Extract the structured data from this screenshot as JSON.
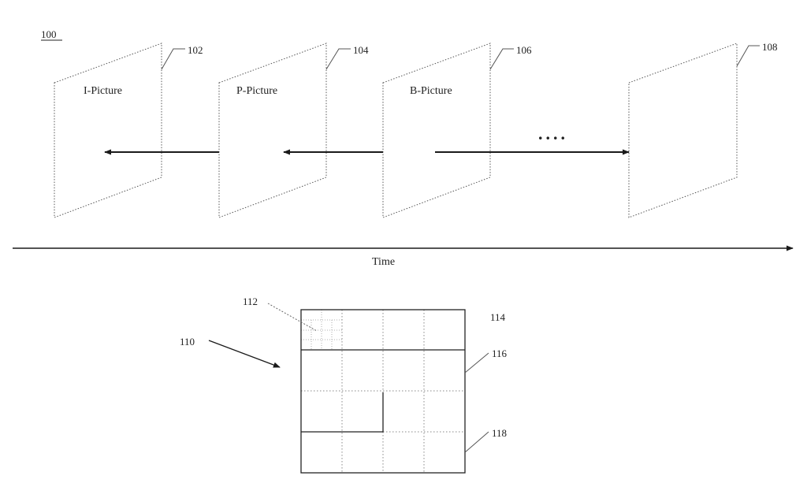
{
  "figure": {
    "ref": "100",
    "frames": [
      {
        "label": "I-Picture",
        "ref": "102"
      },
      {
        "label": "P-Picture",
        "ref": "104"
      },
      {
        "label": "B-Picture",
        "ref": "106"
      },
      {
        "label": "",
        "ref": "108"
      }
    ],
    "ellipsis": "....",
    "time_label": "Time",
    "block": {
      "ref_arrow": "110",
      "ref_subblock": "112",
      "ref_row1": "114",
      "ref_line": "116",
      "ref_bottom": "118"
    }
  }
}
